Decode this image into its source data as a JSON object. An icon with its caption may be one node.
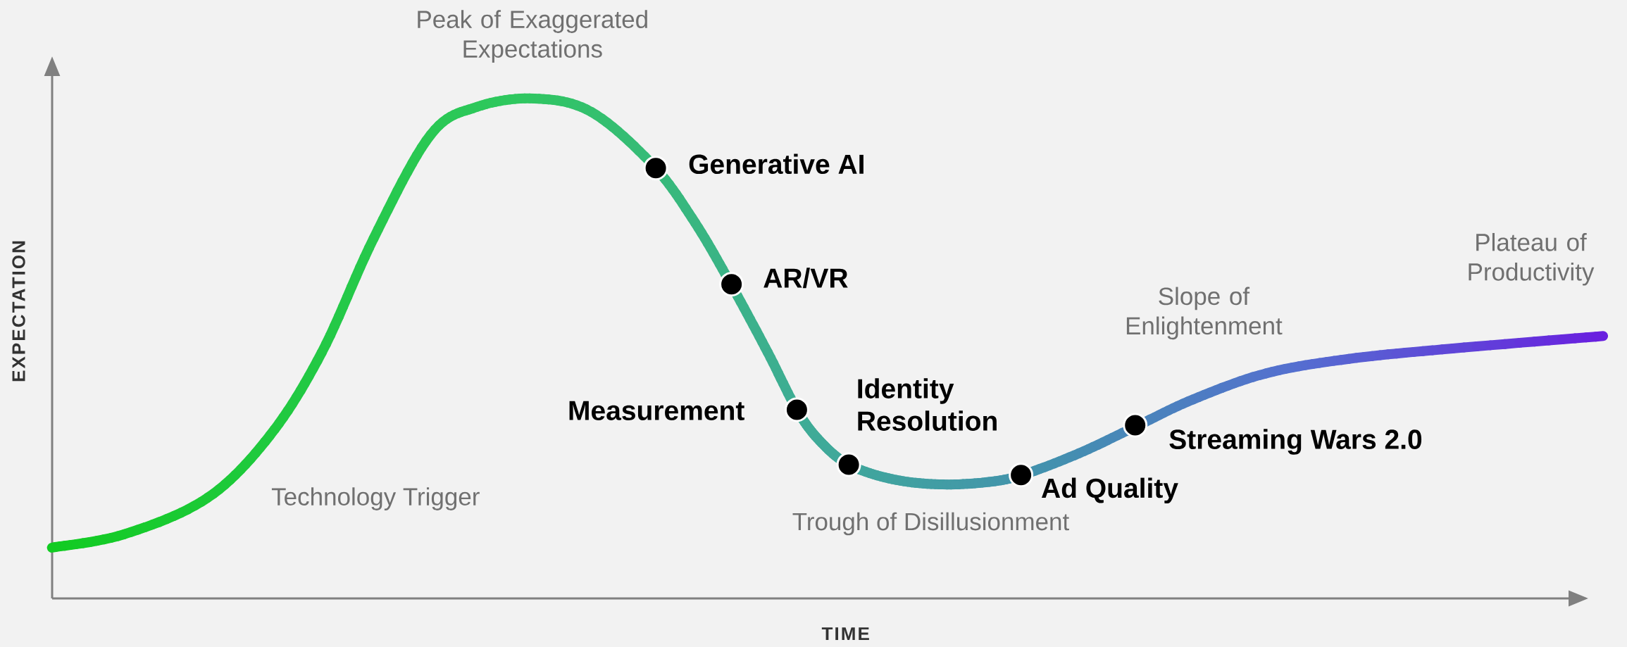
{
  "diagram": {
    "labels": [
      "Peak of Exaggerated Expectations",
      "Generative AI",
      "AR/VR",
      "Plateau of Productivity",
      "Slope of Enlightenment",
      "Identity Resolution",
      "Measurement",
      "Streaming Wars 2.0",
      "Technology Trigger",
      "Ad Quality",
      "Trough of Disillusionment",
      "EXPECTATION",
      "TIME"
    ]
  }
}
